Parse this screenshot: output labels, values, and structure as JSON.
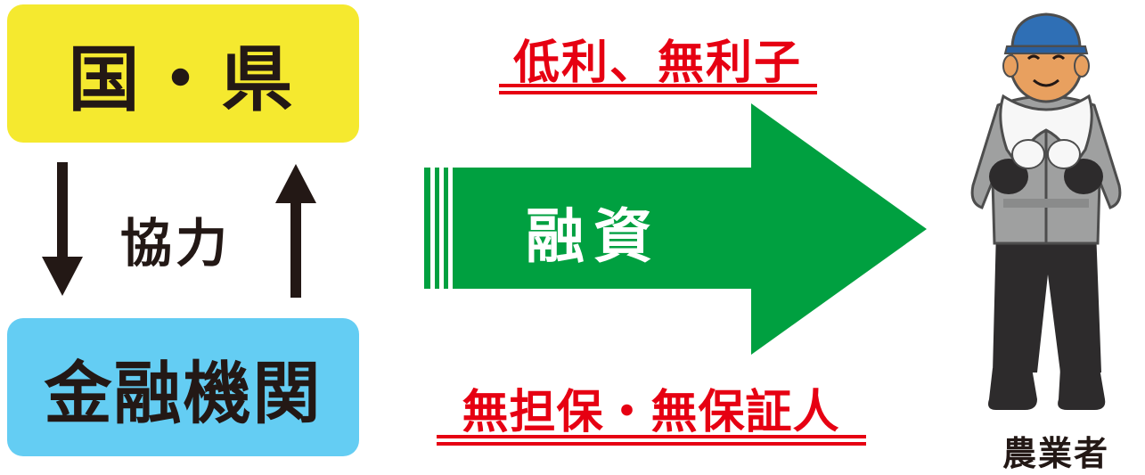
{
  "top_box": {
    "label": "国・県",
    "color": "#f5e92f"
  },
  "bottom_box": {
    "label": "金融機関",
    "color": "#64cdf3"
  },
  "cooperation_label": "協力",
  "main_arrow": {
    "label": "融資",
    "color": "#00a040"
  },
  "top_note": "低利、無利子",
  "bottom_note": "無担保・無保証人",
  "note_color": "#e60012",
  "farmer": {
    "label": "農業者",
    "icon": "farmer-illustration"
  },
  "icons": {
    "down_arrow": "down-arrow-icon",
    "up_arrow": "up-arrow-icon"
  }
}
